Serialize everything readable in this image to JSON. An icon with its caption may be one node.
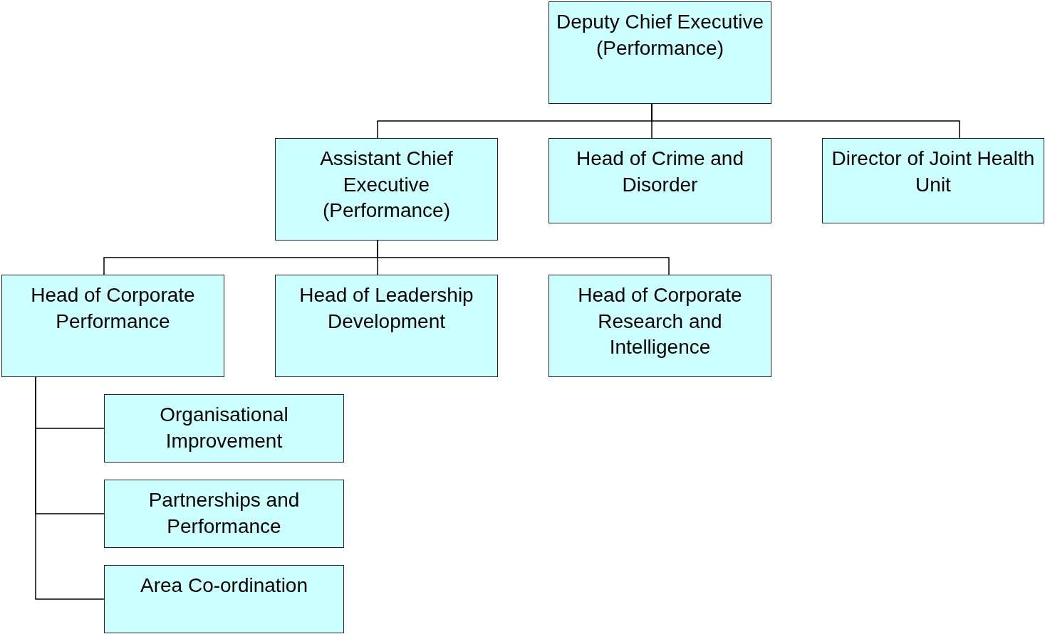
{
  "diagram": {
    "nodes": [
      {
        "text": [
          "Deputy Chief Executive (Performance)"
        ]
      },
      {
        "text": [
          "Assistant Chief Executive (Performance)"
        ]
      },
      {
        "text": [
          "Head of Crime and Disorder"
        ]
      },
      {
        "text": [
          "Director of Joint Health Unit"
        ]
      },
      {
        "text": [
          "Head of Corporate Performance"
        ]
      },
      {
        "text": [
          "Head of Leadership Development"
        ]
      },
      {
        "text": [
          "Head of Corporate Research and Intelligence"
        ]
      },
      {
        "text": [
          "Organisational Improvement"
        ]
      },
      {
        "text": [
          "Partnerships and Performance"
        ]
      },
      {
        "text": [
          "Area Co-ordination"
        ]
      }
    ],
    "edges": [
      {
        "from": 0,
        "to": 1,
        "arrow": "none"
      },
      {
        "from": 0,
        "to": 2,
        "arrow": "none"
      },
      {
        "from": 0,
        "to": 3,
        "arrow": "none"
      },
      {
        "from": 1,
        "to": 4,
        "arrow": "none"
      },
      {
        "from": 1,
        "to": 5,
        "arrow": "none"
      },
      {
        "from": 1,
        "to": 6,
        "arrow": "none"
      },
      {
        "from": 4,
        "to": 7,
        "arrow": "none"
      },
      {
        "from": 4,
        "to": 8,
        "arrow": "none"
      },
      {
        "from": 4,
        "to": 9,
        "arrow": "none"
      }
    ]
  }
}
